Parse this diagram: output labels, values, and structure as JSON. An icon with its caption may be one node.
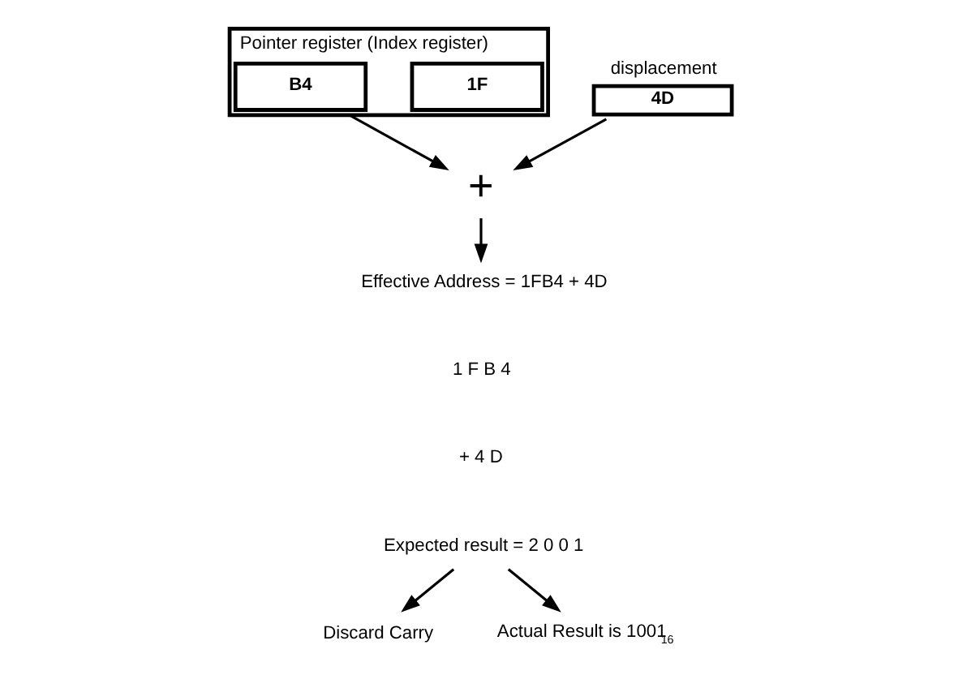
{
  "diagram": {
    "nodes": [
      {
        "text": [
          "Pointer register (Index register)"
        ]
      },
      {
        "text": [
          "1F"
        ],
        "in": 0
      },
      {
        "text": [
          "B4"
        ],
        "in": 0
      },
      {
        "text": [
          "displacement",
          "4D"
        ]
      },
      {
        "text": [
          "+"
        ]
      },
      {
        "text": [
          "Effective Address = 1FB4 + 4D"
        ]
      },
      {
        "text": [
          "Expected result = 2 0 0 1"
        ]
      },
      {
        "text": [
          "Discard Carry"
        ]
      },
      {
        "text": [
          "Actual Result is 1001$_{16}$"
        ]
      }
    ],
    "edges": [
      {
        "from": 0,
        "to": 4,
        "arrow": "to"
      },
      {
        "from": 3,
        "to": 4,
        "arrow": "to"
      },
      {
        "from": 4,
        "to": 5,
        "arrow": "to"
      },
      {
        "from": 6,
        "to": 7,
        "arrow": "to"
      },
      {
        "from": 6,
        "to": 8,
        "arrow": "to"
      }
    ],
    "labels": [
      "1 F B 4",
      "+ 4 D"
    ]
  }
}
